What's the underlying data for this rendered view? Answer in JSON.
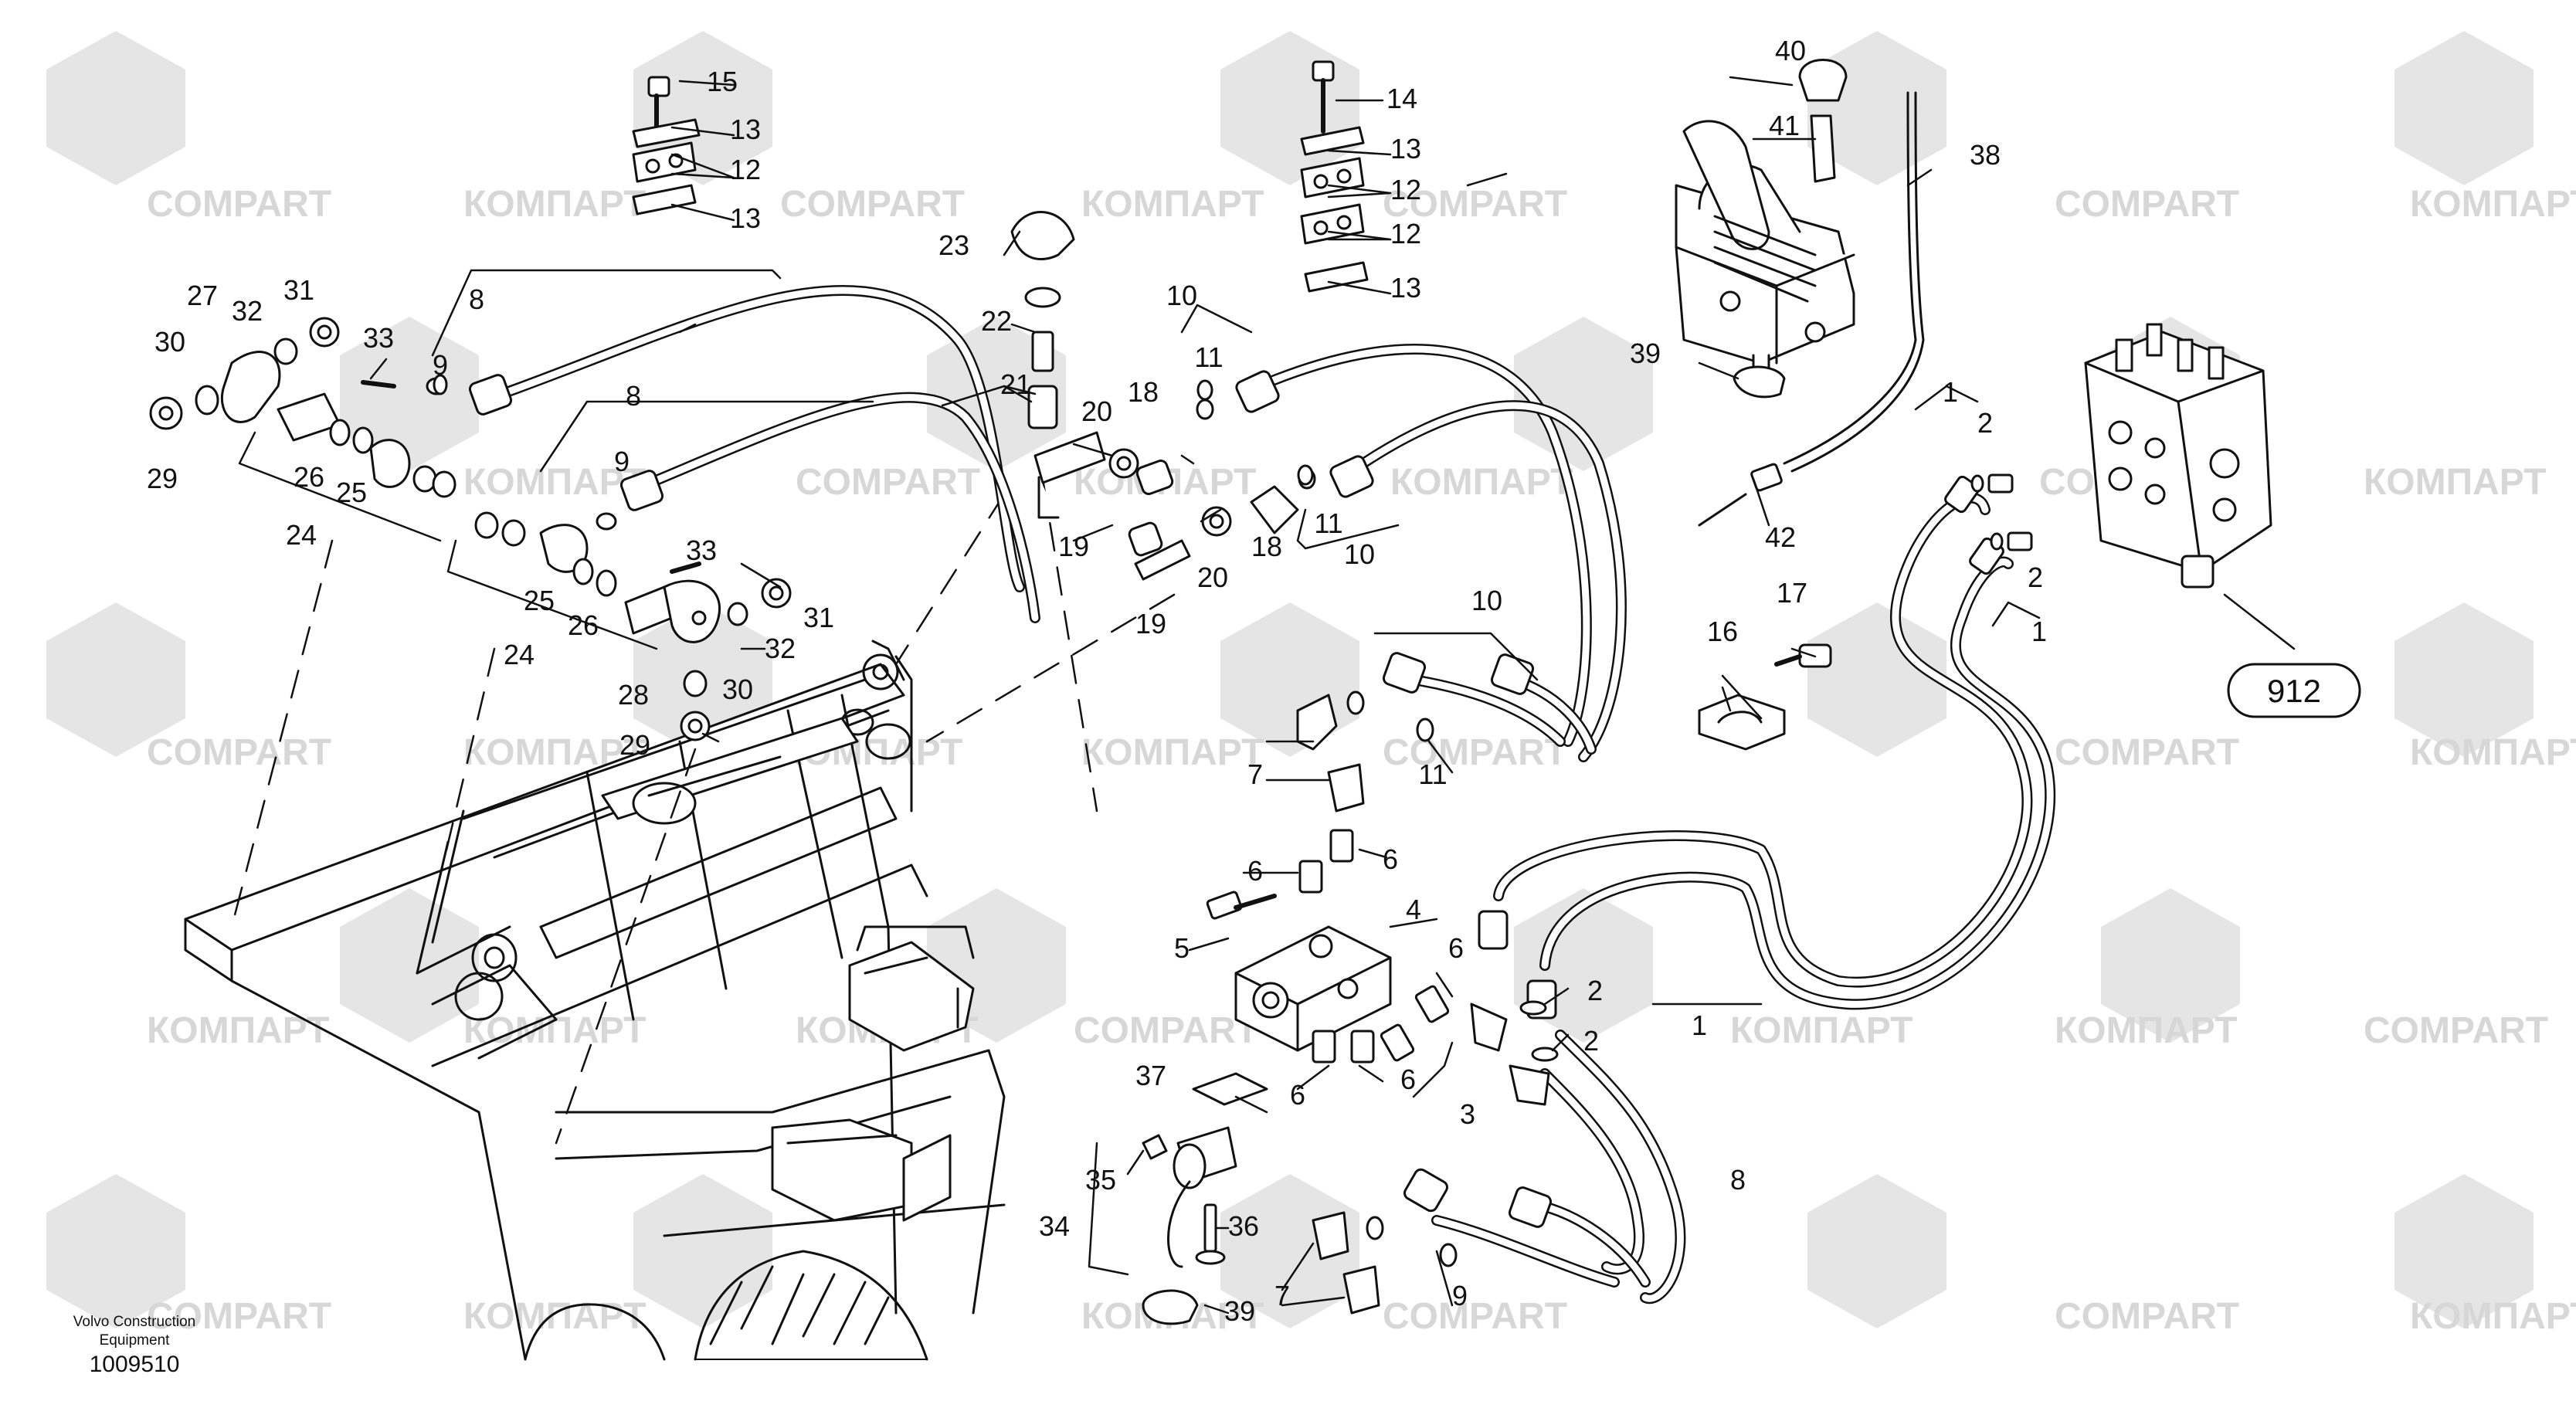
{
  "watermark": {
    "latin": "COMPART",
    "cyrillic": "КОМПАРТ"
  },
  "group_ref": "912",
  "footer": {
    "brand_line1": "Volvo Construction",
    "brand_line2": "Equipment",
    "figure_id": "1009510"
  },
  "callouts": [
    "1",
    "2",
    "3",
    "4",
    "5",
    "6",
    "7",
    "8",
    "9",
    "10",
    "11",
    "12",
    "13",
    "14",
    "15",
    "16",
    "17",
    "18",
    "19",
    "20",
    "21",
    "22",
    "23",
    "24",
    "25",
    "26",
    "27",
    "28",
    "29",
    "30",
    "31",
    "32",
    "33",
    "34",
    "35",
    "36",
    "37",
    "38",
    "39",
    "40",
    "41",
    "42"
  ],
  "colors": {
    "line": "#111111",
    "watermark": "#d9d9d9",
    "background": "#ffffff"
  }
}
